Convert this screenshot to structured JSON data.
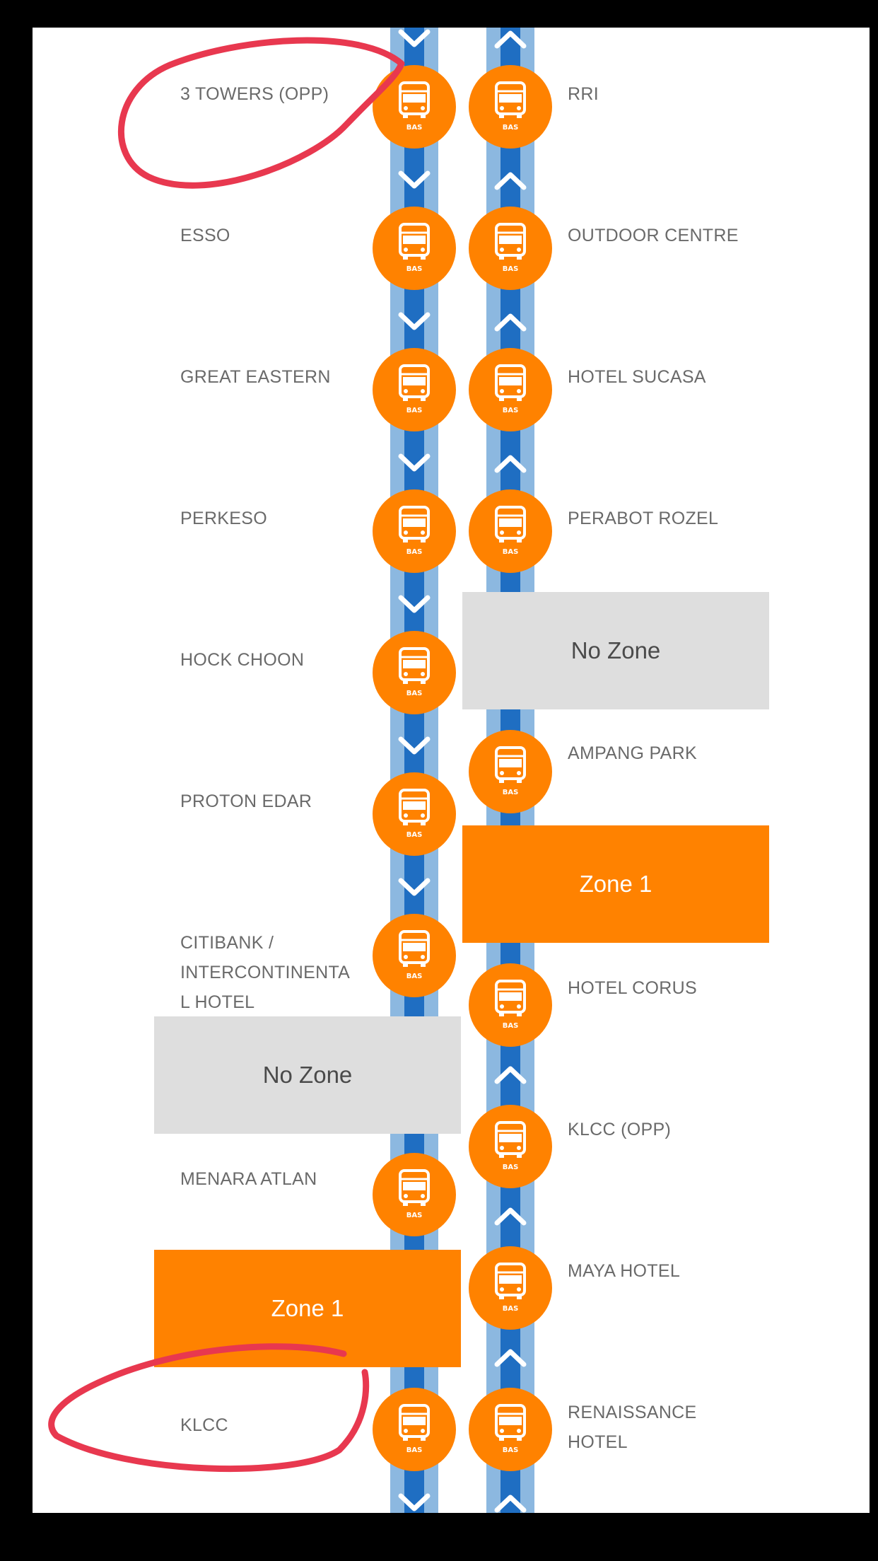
{
  "colors": {
    "orange": "#ff8200",
    "track_outer": "#8cb8e0",
    "track_inner": "#1f6ec2",
    "no_zone_bg": "#dedede",
    "label_gray": "#6a6a6a",
    "annotation_red": "#e8384f"
  },
  "stop_icon": {
    "name": "bus-icon",
    "badge": "BAS"
  },
  "left_route": {
    "direction_icon": "chevron-down-icon",
    "stops": [
      {
        "label": "3 TOWERS (OPP)"
      },
      {
        "label": "ESSO"
      },
      {
        "label": "GREAT EASTERN"
      },
      {
        "label": "PERKESO"
      },
      {
        "label": "HOCK CHOON"
      },
      {
        "label": "PROTON EDAR"
      },
      {
        "label": "CITIBANK /\nINTERCONTINENTA\nL HOTEL"
      },
      {
        "label": "MENARA ATLAN"
      },
      {
        "label": "KLCC"
      }
    ],
    "zones": [
      {
        "label": "No Zone",
        "kind": "none"
      },
      {
        "label": "Zone 1",
        "kind": "zone1"
      }
    ]
  },
  "right_route": {
    "direction_icon": "chevron-up-icon",
    "stops": [
      {
        "label": "RRI"
      },
      {
        "label": "OUTDOOR CENTRE"
      },
      {
        "label": "HOTEL SUCASA"
      },
      {
        "label": "PERABOT ROZEL"
      },
      {
        "label": "AMPANG PARK"
      },
      {
        "label": "HOTEL CORUS"
      },
      {
        "label": "KLCC (OPP)"
      },
      {
        "label": "MAYA HOTEL"
      },
      {
        "label": "RENAISSANCE\nHOTEL"
      }
    ],
    "zones": [
      {
        "label": "No Zone",
        "kind": "none"
      },
      {
        "label": "Zone 1",
        "kind": "zone1"
      }
    ]
  }
}
